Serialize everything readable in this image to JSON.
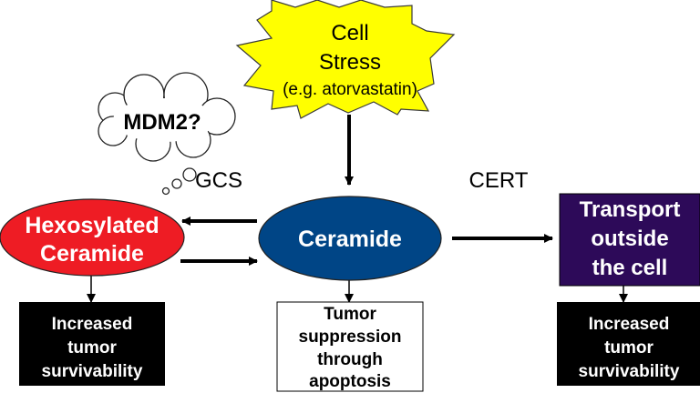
{
  "nodes": {
    "stress": {
      "line1": "Cell",
      "line2": "Stress",
      "line3": "(e.g. atorvastatin)",
      "fill": "#ffff00"
    },
    "mdm2": {
      "label": "MDM2?"
    },
    "gcs": {
      "label": "GCS"
    },
    "cert": {
      "label": "CERT"
    },
    "hexosylated": {
      "line1": "Hexosylated",
      "line2": "Ceramide",
      "fill": "#ee1c24"
    },
    "ceramide": {
      "label": "Ceramide",
      "fill": "#004586"
    },
    "transport": {
      "line1": "Transport",
      "line2": "outside",
      "line3": "the cell",
      "fill": "#2d0a59"
    },
    "left_outcome": {
      "line1": "Increased",
      "line2": "tumor",
      "line3": "survivability",
      "fill": "#000000"
    },
    "center_outcome": {
      "line1": "Tumor",
      "line2": "suppression",
      "line3": "through",
      "line4": "apoptosis"
    },
    "right_outcome": {
      "line1": "Increased",
      "line2": "tumor",
      "line3": "survivability",
      "fill": "#000000"
    }
  }
}
